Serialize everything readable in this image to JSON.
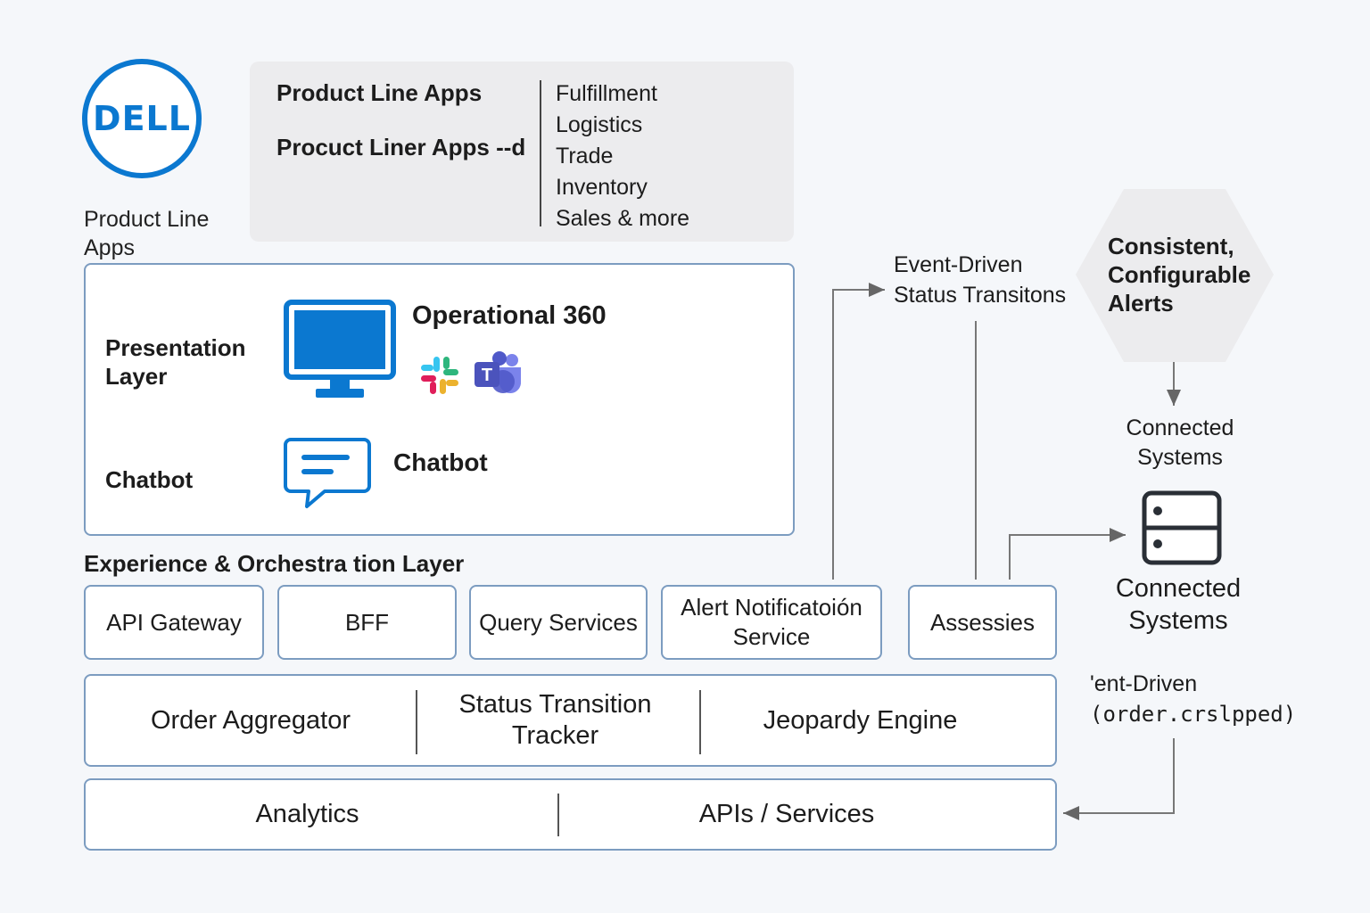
{
  "logo": {
    "text": "DELL",
    "brand_color": "#0b78d0"
  },
  "left_label": {
    "line1": "Product Line",
    "line2": "Apps"
  },
  "top_panel": {
    "heading1": "Product Line Apps",
    "heading2": "Procuct Liner Apps --d",
    "domains": [
      "Fulfillment",
      "Logistics",
      "Trade",
      "Inventory",
      "Sales & more"
    ]
  },
  "presentation": {
    "layer_label_line1": "Presentation",
    "layer_label_line2": "Layer",
    "title": "Operational 360",
    "chat_layer_label": "Chatbot",
    "chat_title": "Chatbot",
    "icons": [
      "monitor-icon",
      "slack-icon",
      "teams-icon",
      "chat-bubble-icon"
    ]
  },
  "orchestration": {
    "title": "Experience & Orchestra tion Layer",
    "services": [
      {
        "label": "API Gateway"
      },
      {
        "label": "BFF"
      },
      {
        "label": "Query Services"
      },
      {
        "label": "Alert Notificatoión Service"
      },
      {
        "label": "Assessies"
      }
    ]
  },
  "core_row": {
    "items": [
      "Order Aggregator",
      "Status Transition Tracker",
      "Jeopardy Engine"
    ]
  },
  "data_row": {
    "items": [
      "Analytics",
      "APIs / Services"
    ]
  },
  "right_side": {
    "event_driven_line1": "Event-Driven",
    "event_driven_line2": "Status Transitons",
    "hexagon_line1": "Consistent,",
    "hexagon_line2": "Configurable",
    "hexagon_line3": "Alerts",
    "connected_small_line1": "Connected",
    "connected_small_line2": "Systems",
    "connected_big_line1": "Connected",
    "connected_big_line2": "Systems",
    "event_line1": "'ent-Driven",
    "event_line2": "(order.crslpped)"
  },
  "colors": {
    "accent": "#0b78d0",
    "box_border": "#7c9cc0",
    "panel_bg": "#ececee",
    "hexagon_bg": "#ececee",
    "background": "#f5f7fa"
  }
}
